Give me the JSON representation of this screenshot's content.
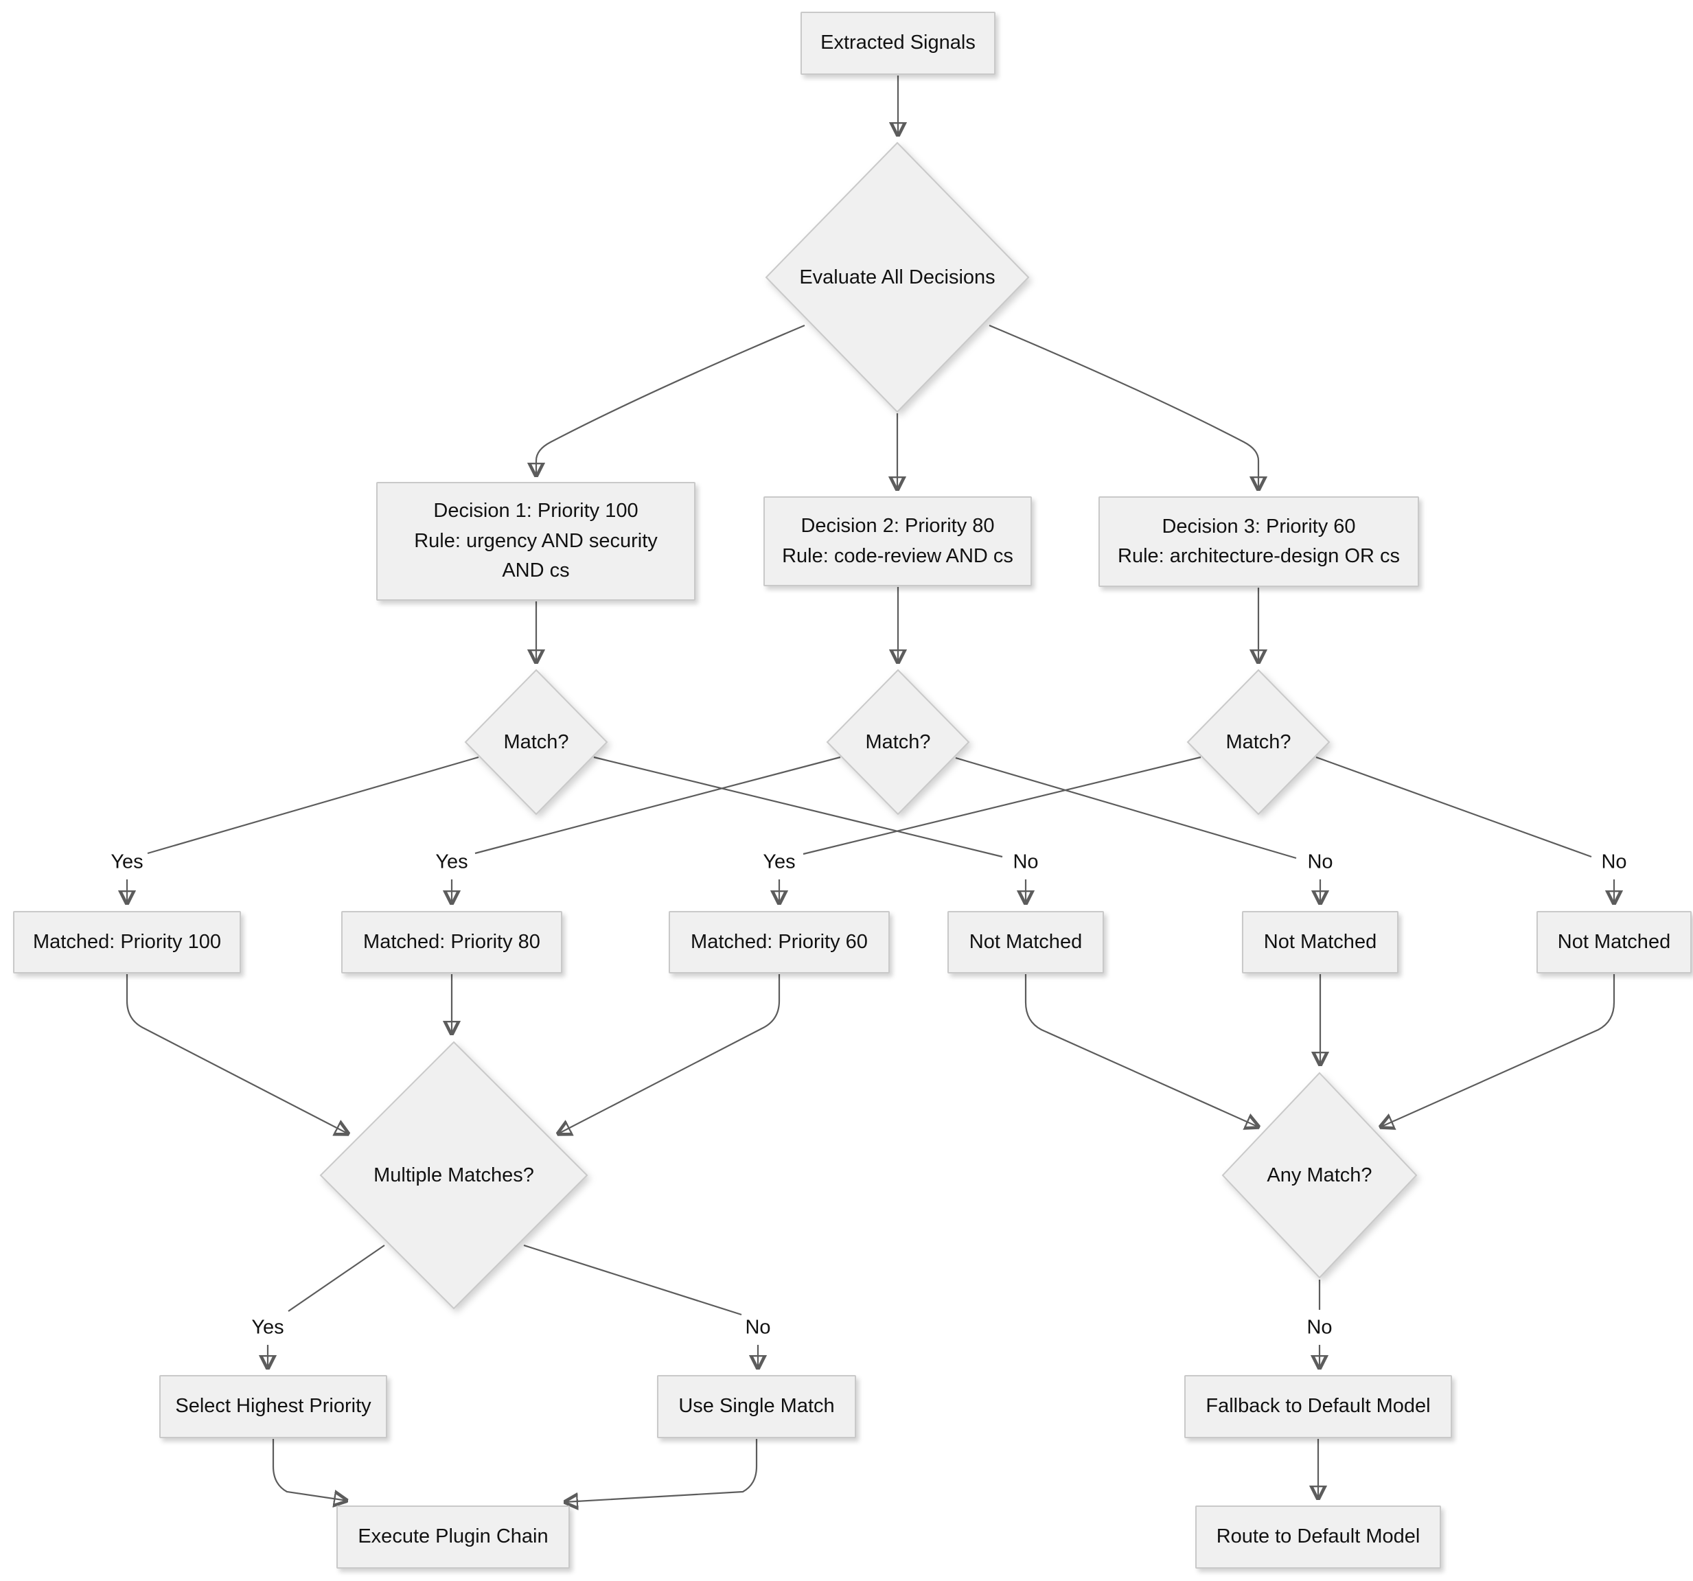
{
  "diagram": {
    "nodes": {
      "extracted_signals": {
        "label": "Extracted Signals"
      },
      "evaluate_all": {
        "label": "Evaluate All Decisions"
      },
      "decision1": {
        "label": "Decision 1: Priority 100\nRule: urgency AND security\nAND cs"
      },
      "decision2": {
        "label": "Decision 2: Priority 80\nRule: code-review AND cs"
      },
      "decision3": {
        "label": "Decision 3: Priority 60\nRule: architecture-design OR cs"
      },
      "match1": {
        "label": "Match?"
      },
      "match2": {
        "label": "Match?"
      },
      "match3": {
        "label": "Match?"
      },
      "matched_100": {
        "label": "Matched: Priority 100"
      },
      "matched_80": {
        "label": "Matched: Priority 80"
      },
      "matched_60": {
        "label": "Matched: Priority 60"
      },
      "not_matched_1": {
        "label": "Not Matched"
      },
      "not_matched_2": {
        "label": "Not Matched"
      },
      "not_matched_3": {
        "label": "Not Matched"
      },
      "multiple_matches": {
        "label": "Multiple Matches?"
      },
      "any_match": {
        "label": "Any Match?"
      },
      "select_highest_priority": {
        "label": "Select Highest Priority"
      },
      "use_single_match": {
        "label": "Use Single Match"
      },
      "fallback_default": {
        "label": "Fallback to Default Model"
      },
      "execute_plugin_chain": {
        "label": "Execute Plugin Chain"
      },
      "route_default": {
        "label": "Route to Default Model"
      }
    },
    "edge_labels": {
      "yes1": "Yes",
      "yes2": "Yes",
      "yes3": "Yes",
      "no1": "No",
      "no2": "No",
      "no3": "No",
      "yes_multi": "Yes",
      "no_multi": "No",
      "no_any": "No"
    },
    "colors": {
      "node_fill": "#f0f0f0",
      "node_border": "#c9c9c9",
      "edge": "#5c5c5c",
      "text": "#111111",
      "background": "#ffffff"
    }
  }
}
